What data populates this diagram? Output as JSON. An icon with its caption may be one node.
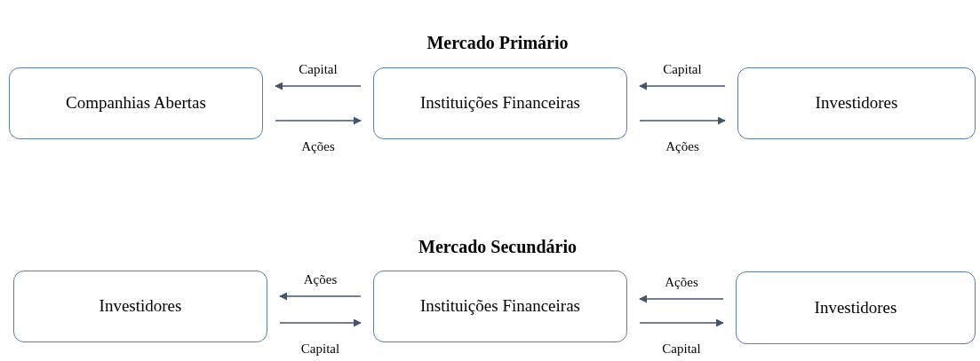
{
  "diagram": {
    "nodes": [
      {
        "text": [
          "Companhias Abertas"
        ]
      },
      {
        "text": [
          "Instituições Financeiras"
        ]
      },
      {
        "text": [
          "Investidores"
        ]
      },
      {
        "text": [
          "Investidores"
        ]
      },
      {
        "text": [
          "Instituições Financeiras"
        ]
      },
      {
        "text": [
          "Investidores"
        ]
      }
    ],
    "edges": [
      {
        "from": 1,
        "to": 0,
        "arrow": "to",
        "label": "Capital"
      },
      {
        "from": 0,
        "to": 1,
        "arrow": "to",
        "label": "Ações"
      },
      {
        "from": 2,
        "to": 1,
        "arrow": "to",
        "label": "Capital"
      },
      {
        "from": 1,
        "to": 2,
        "arrow": "to",
        "label": "Ações"
      },
      {
        "from": 4,
        "to": 3,
        "arrow": "to",
        "label": "Ações"
      },
      {
        "from": 3,
        "to": 4,
        "arrow": "to",
        "label": "Capital"
      },
      {
        "from": 5,
        "to": 4,
        "arrow": "to",
        "label": "Ações"
      },
      {
        "from": 4,
        "to": 5,
        "arrow": "to",
        "label": "Capital"
      }
    ],
    "labels": [
      "Mercado Primário",
      "Mercado Secundário"
    ]
  }
}
